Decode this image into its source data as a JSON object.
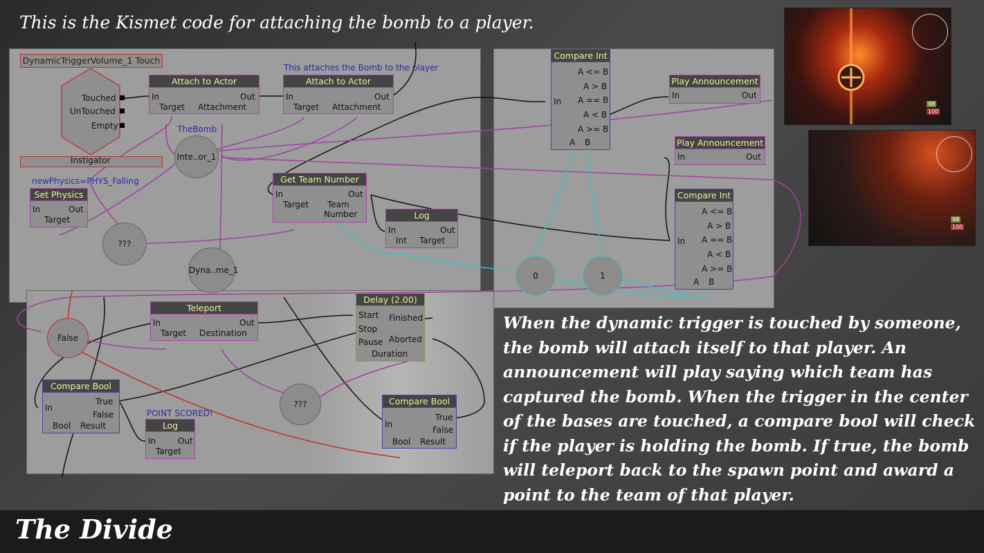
{
  "header": {
    "caption": "This is the Kismet code for attaching the bomb to a player."
  },
  "footer": {
    "title": "The Divide"
  },
  "description": "When the dynamic trigger is touched by someone, the bomb will attach itself to that player. An announcement will play saying which team has captured the bomb. When the trigger in the center of the bases are touched, a compare bool will check if the player is holding the bomb. If true, the bomb will teleport back to the spawn point and award a point to the team of that player.",
  "kismet": {
    "trigger": {
      "title": "DynamicTriggerVolume_1 Touch",
      "outputs": [
        "Touched",
        "UnTouched",
        "Empty"
      ],
      "instigator": "Instigator"
    },
    "attach1": {
      "title": "Attach to Actor",
      "in": "In",
      "out": "Out",
      "target": "Target",
      "attachment": "Attachment"
    },
    "attach2": {
      "title": "Attach to Actor",
      "in": "In",
      "out": "Out",
      "target": "Target",
      "attachment": "Attachment"
    },
    "attach_comment": "This attaches the Bomb to the player",
    "the_bomb": "TheBomb",
    "inte_var": "Inte..or_1",
    "physics_comment": "newPhysics=PHYS_Falling",
    "set_physics": {
      "title": "Set Physics",
      "in": "In",
      "out": "Out",
      "target": "Target"
    },
    "unknown_var_1": "???",
    "dyna_var": "Dyna..me_1",
    "get_team": {
      "title": "Get Team Number",
      "in": "In",
      "out": "Out",
      "target": "Target",
      "team": "Team",
      "number": "Number"
    },
    "log1": {
      "title": "Log",
      "in": "In",
      "out": "Out",
      "int": "Int",
      "target": "Target"
    },
    "compare_int_1": {
      "title": "Compare Int",
      "in": "In",
      "rows": [
        "A <= B",
        "A > B",
        "A == B",
        "A < B",
        "A >= B"
      ],
      "a": "A",
      "b": "B"
    },
    "compare_int_2": {
      "title": "Compare Int",
      "in": "In",
      "rows": [
        "A <= B",
        "A > B",
        "A == B",
        "A < B",
        "A >= B"
      ],
      "a": "A",
      "b": "B"
    },
    "play1": {
      "title": "Play Announcement",
      "in": "In",
      "out": "Out"
    },
    "play2": {
      "title": "Play Announcement",
      "in": "In",
      "out": "Out"
    },
    "zero": "0",
    "one": "1",
    "false_var": "False",
    "teleport": {
      "title": "Teleport",
      "in": "In",
      "out": "Out",
      "target": "Target",
      "destination": "Destination"
    },
    "delay": {
      "title": "Delay (2.00)",
      "start": "Start",
      "stop": "Stop",
      "pause": "Pause",
      "finished": "Finished",
      "aborted": "Aborted",
      "duration": "Duration"
    },
    "unknown_var_2": "???",
    "compare_bool_1": {
      "title": "Compare Bool",
      "in": "In",
      "true": "True",
      "false": "False",
      "bool": "Bool",
      "result": "Result"
    },
    "compare_bool_2": {
      "title": "Compare Bool",
      "in": "In",
      "true": "True",
      "false": "False",
      "bool": "Bool",
      "result": "Result"
    },
    "point_comment": "POINT SCORED!",
    "log2": {
      "title": "Log",
      "in": "In",
      "out": "Out",
      "target": "Target"
    }
  },
  "hud": {
    "health_1": "98",
    "armor_1": "100",
    "health_2": "98",
    "armor_2": "100"
  }
}
